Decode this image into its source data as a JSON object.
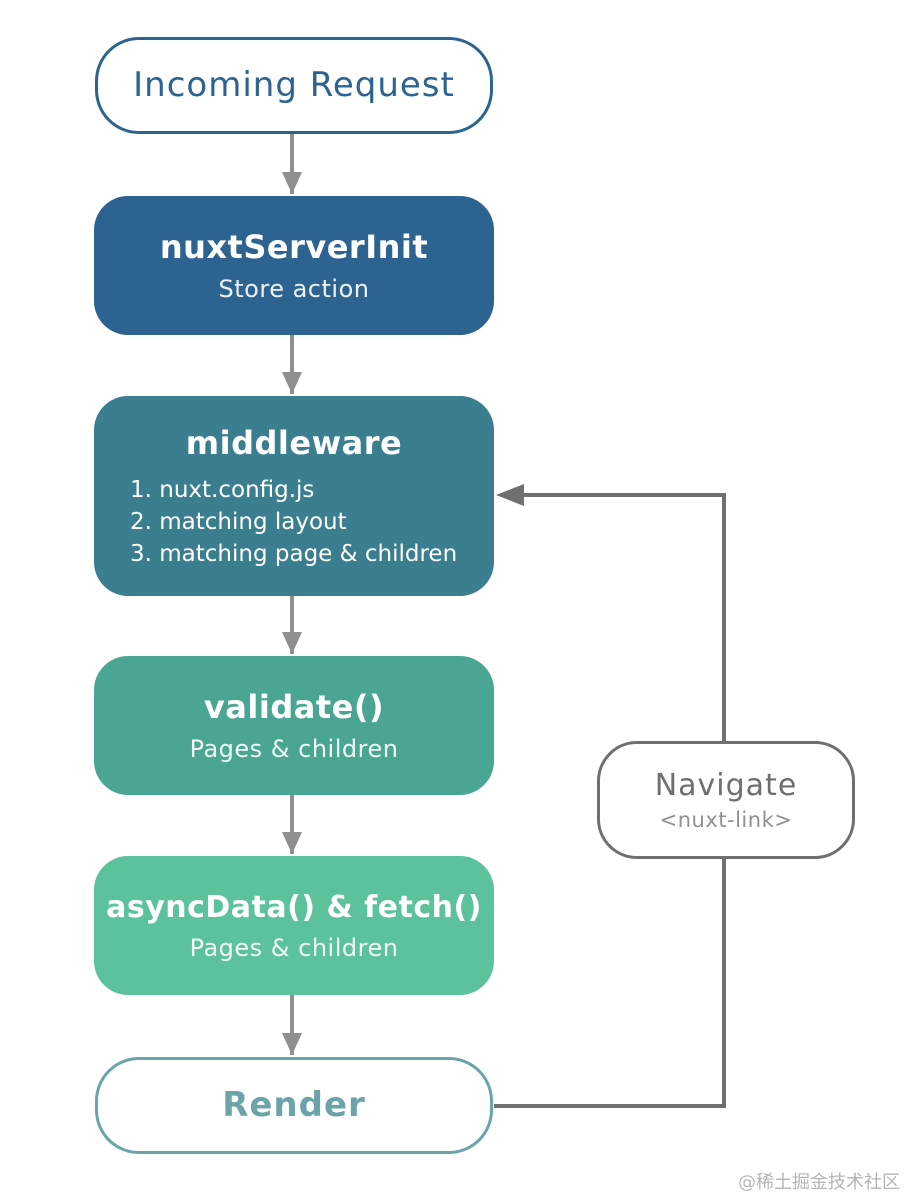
{
  "nodes": {
    "request": {
      "title": "Incoming Request"
    },
    "server_init": {
      "title": "nuxtServerInit",
      "subtitle": "Store action"
    },
    "middleware": {
      "title": "middleware",
      "items": [
        "1. nuxt.config.js",
        "2. matching layout",
        "3. matching page & children"
      ]
    },
    "validate": {
      "title": "validate()",
      "subtitle": "Pages & children"
    },
    "async": {
      "title": "asyncData() & fetch()",
      "subtitle": "Pages & children"
    },
    "render": {
      "title": "Render"
    },
    "navigate": {
      "title": "Navigate",
      "subtitle": "<nuxt-link>"
    }
  },
  "watermark": "@稀土掘金技术社区",
  "colors": {
    "request": "#2c6391",
    "server_init": "#2c6391",
    "middleware": "#3b7e8f",
    "validate": "#4aa693",
    "async": "#5cc29c",
    "render": "#6aa4a8",
    "navigate": "#6f6f6f",
    "connector": "#8f8f8f"
  }
}
